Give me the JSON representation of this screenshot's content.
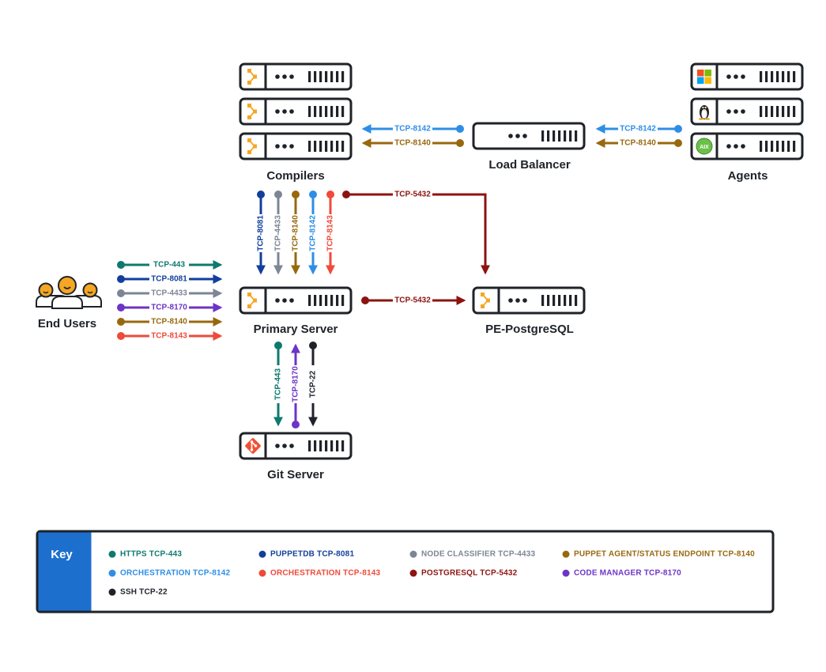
{
  "colors": {
    "https": "#0e7a6d",
    "puppetdb": "#123f9c",
    "classifier": "#7c8694",
    "puppet_agent": "#98680f",
    "orch8142": "#2e8ee6",
    "orch8143": "#ef4a3a",
    "postgres": "#8c130f",
    "code_manager": "#6d34c6",
    "ssh": "#1f2329",
    "outline": "#1f2329",
    "key_header": "#1d6fce",
    "puppet_icon": "#f5a623",
    "user_icon": "#f5a623"
  },
  "nodes": {
    "compilers": "Compilers",
    "load_balancer": "Load Balancer",
    "agents": "Agents",
    "end_users": "End Users",
    "primary": "Primary Server",
    "postgres": "PE-PostgreSQL",
    "git": "Git Server"
  },
  "ports": {
    "lb_to_compilers_8142": "TCP-8142",
    "lb_to_compilers_8140": "TCP-8140",
    "agents_to_lb_8142": "TCP-8142",
    "agents_to_lb_8140": "TCP-8140",
    "compiler_8081": "TCP-8081",
    "compiler_4433": "TCP-4433",
    "compiler_8140": "TCP-8140",
    "compiler_8142": "TCP-8142",
    "compiler_8143": "TCP-8143",
    "compiler_5432": "TCP-5432",
    "primary_5432": "TCP-5432",
    "user_443": "TCP-443",
    "user_8081": "TCP-8081",
    "user_4433": "TCP-4433",
    "user_8170": "TCP-8170",
    "user_8140": "TCP-8140",
    "user_8143": "TCP-8143",
    "git_443": "TCP-443",
    "git_8170": "TCP-8170",
    "git_22": "TCP-22"
  },
  "icons": {
    "aix": "AIX"
  },
  "key": {
    "title": "Key",
    "items": [
      {
        "label": "HTTPS TCP-443",
        "color": "#0e7a6d"
      },
      {
        "label": "PUPPETDB TCP-8081",
        "color": "#123f9c"
      },
      {
        "label": "NODE CLASSIFIER TCP-4433",
        "color": "#7c8694"
      },
      {
        "label": "PUPPET AGENT/STATUS ENDPOINT TCP-8140",
        "color": "#98680f"
      },
      {
        "label": "ORCHESTRATION TCP-8142",
        "color": "#2e8ee6"
      },
      {
        "label": "ORCHESTRATION TCP-8143",
        "color": "#ef4a3a"
      },
      {
        "label": "POSTGRESQL TCP-5432",
        "color": "#8c130f"
      },
      {
        "label": "CODE MANAGER TCP-8170",
        "color": "#6d34c6"
      },
      {
        "label": "SSH TCP-22",
        "color": "#1f2329"
      }
    ]
  }
}
